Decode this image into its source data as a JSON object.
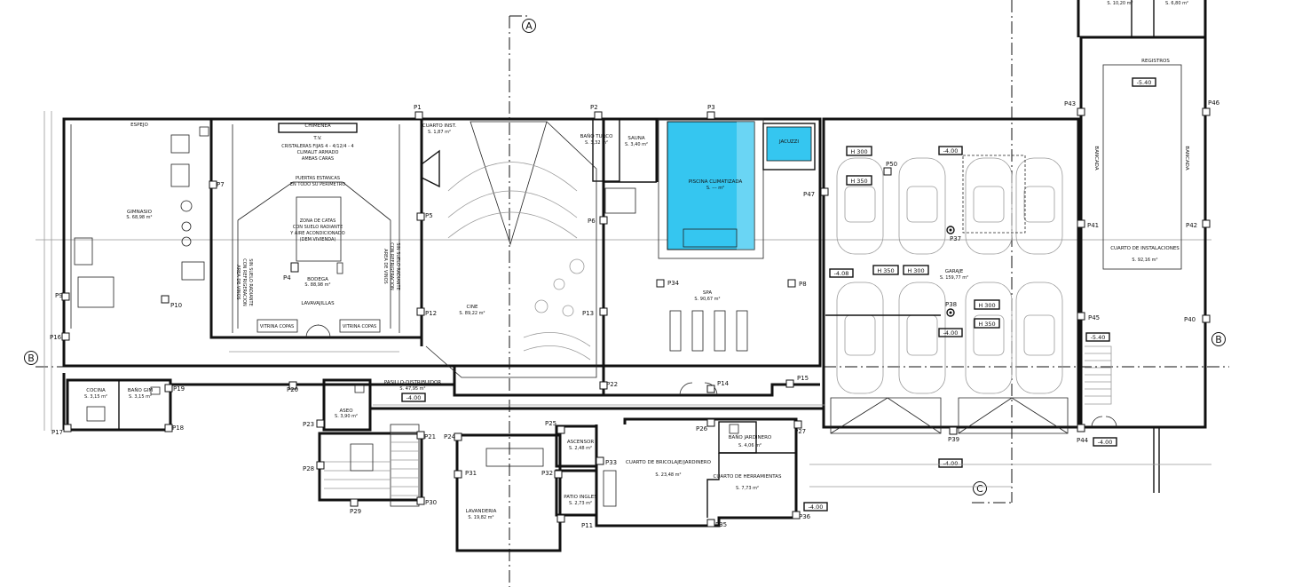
{
  "axes": {
    "A": "A",
    "B_left": "B",
    "B_right": "B",
    "C": "C"
  },
  "rooms": {
    "gimnasio": {
      "name": "GIMNASIO",
      "area": "S. 68,98 m²"
    },
    "espejo": "ESPEJO",
    "chimenea": "CHIMENEA",
    "tv": "T.V.",
    "cristaleras": [
      "CRISTALERAS FIJAS 4 - 4/12/4 - 4",
      "CLIMALIT ARMADO",
      "AMBAS CARAS"
    ],
    "puertas_estancas": [
      "PUERTAS ESTANCAS",
      "EN TODO SU PERIMETRO"
    ],
    "zona_catas": [
      "ZONA DE CATAS",
      "CON SUELO RADIANTE",
      "Y AIRE ACONDICIONADO",
      "(DEM VIVIENDA)"
    ],
    "bodega": {
      "name": "BODEGA",
      "area": "S. 88,98 m²"
    },
    "area_vinos_left": [
      "AREA DE VINOS",
      "CON REFRIGERACION",
      "SIN SUELO RADIANTE"
    ],
    "area_vinos_right": [
      "AREA DE VINOS",
      "CON REFRIGERACION",
      "SIN SUELO RADIANTE"
    ],
    "lavavajillas": "LAVAVAJILLAS",
    "vitrina_copas_1": "VITRINA COPAS",
    "vitrina_copas_2": "VITRINA COPAS",
    "cuarto_inst": {
      "name": "CUARTO INST.",
      "area": "S. 1,87 m²"
    },
    "cine": {
      "name": "CINE",
      "area": "S. 89,22 m²"
    },
    "bano_turco": {
      "name": "BAÑO TURCO",
      "area": "S. 3,32 m²"
    },
    "sauna": {
      "name": "SAUNA",
      "area": "S. 3,40 m²"
    },
    "piscina": {
      "name": "PISCINA CLIMATIZADA",
      "area": "S. --- m²"
    },
    "jacuzzi": "JACUZZI",
    "spa": {
      "name": "SPA",
      "area": "S. 90,67 m²"
    },
    "garaje": {
      "name": "GARAJE",
      "area": "S. 159,77 m²"
    },
    "cuarto_instalaciones": {
      "name": "CUARTO DE INSTALACIONES",
      "area": "S. 92,16 m²"
    },
    "bancada_1": "BANCADA",
    "bancada_2": "BANCADA",
    "registros": "REGISTROS",
    "top_room_1": "S. 10,20 m²",
    "top_room_2": "S. 6,80 m²",
    "cocina": {
      "name": "COCINA",
      "area": "S. 3,15 m²"
    },
    "bano_gim": {
      "name": "BAÑO GIM",
      "area": "S. 3,15 m²"
    },
    "pasillo": {
      "name": "PASILLO-DISTRIBUIDOR",
      "area": "S. 47,95 m²"
    },
    "aseo": {
      "name": "ASEO",
      "area": "S. 3,90 m²"
    },
    "ascensor": {
      "name": "ASCENSOR",
      "area": "S. 2,48 m²"
    },
    "bricolaje": {
      "name": "CUARTO DE BRICOLAJE/JARDINERO",
      "area": "S. 23,48 m²"
    },
    "bano_jardinero": {
      "name": "BAÑO JARDINERO",
      "area": "S. 4,06 m²"
    },
    "herramientas": {
      "name": "CUARTO DE HERRAMIENTAS",
      "area": "S. 7,73 m²"
    },
    "patio_ingles": {
      "name": "PATIO INGLES",
      "area": "S. 2,73 m²"
    },
    "lavanderia": {
      "name": "LAVANDERIA",
      "area": "S. 19,82 m²"
    }
  },
  "levels": {
    "l1": "-4.00",
    "l2": "-4.08",
    "l3": "-4.00",
    "l4": "-4.00",
    "l5": "-4.00",
    "l6": "-4.00",
    "l7": "-5.40",
    "l8": "-5.40",
    "l9": "-4.00"
  },
  "heights": {
    "h1": "H 300",
    "h2": "H 350",
    "h3": "H 350",
    "h4": "H 300",
    "h5": "H 300",
    "h6": "H 350"
  },
  "pillars": {
    "P1": "P1",
    "P2": "P2",
    "P3": "P3",
    "P4": "P4",
    "P5": "P5",
    "P6": "P6",
    "P7": "P7",
    "P8": "P8",
    "P9": "P9",
    "P10": "P10",
    "P11": "P11",
    "P12": "P12",
    "P13": "P13",
    "P14": "P14",
    "P15": "P15",
    "P16": "P16",
    "P17": "P17",
    "P18": "P18",
    "P19": "P19",
    "P20": "P20",
    "P21": "P21",
    "P22": "P22",
    "P23": "P23",
    "P24": "P24",
    "P25": "P25",
    "P26": "P26",
    "P27": "P27",
    "P28": "P28",
    "P29": "P29",
    "P30": "P30",
    "P31": "P31",
    "P32": "P32",
    "P33": "P33",
    "P34": "P34",
    "P35": "P35",
    "P36": "P36",
    "P37": "P37",
    "P38": "P38",
    "P39": "P39",
    "P40": "P40",
    "P41": "P41",
    "P42": "P42",
    "P43": "P43",
    "P44": "P44",
    "P45": "P45",
    "P46": "P46",
    "P47": "P47",
    "P50": "P50"
  },
  "colors": {
    "water": "#35c6f0",
    "water_light": "#9fe3f7",
    "line": "#111111"
  }
}
